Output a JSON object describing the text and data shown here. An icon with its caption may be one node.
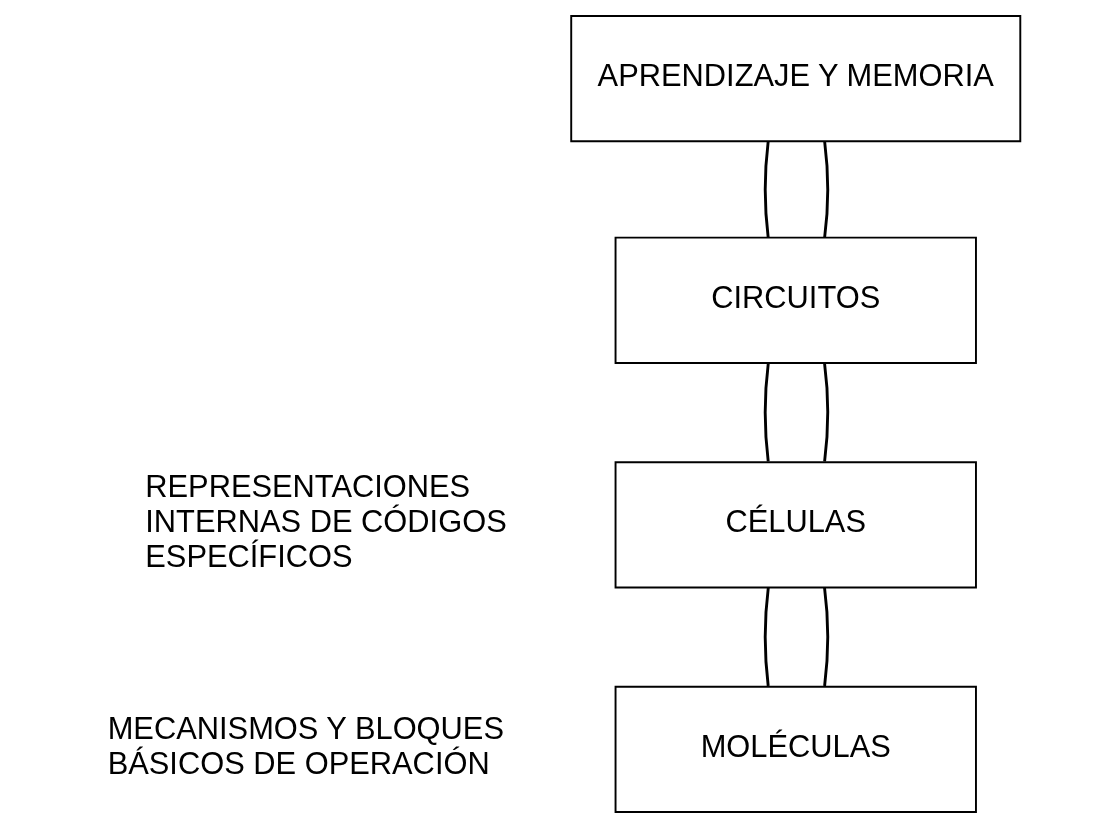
{
  "diagram": {
    "nodes": [
      {
        "text": [
          "APRENDIZAJE Y MEMORIA"
        ]
      },
      {
        "text": [
          "CIRCUITOS"
        ]
      },
      {
        "text": [
          "CÉLULAS"
        ]
      },
      {
        "text": [
          "MOLÉCULAS"
        ]
      }
    ],
    "edges": [
      {
        "from": 0,
        "to": 1,
        "arrow": "none"
      },
      {
        "from": 0,
        "to": 1,
        "arrow": "none"
      },
      {
        "from": 1,
        "to": 2,
        "arrow": "none"
      },
      {
        "from": 1,
        "to": 2,
        "arrow": "none"
      },
      {
        "from": 2,
        "to": 3,
        "arrow": "none"
      },
      {
        "from": 2,
        "to": 3,
        "arrow": "none"
      }
    ],
    "labels": [
      "REPRESENTACIONES INTERNAS DE CÓDIGOS ESPECÍFICOS",
      "MECANISMOS Y BLOQUES BÁSICOS DE OPERACIÓN"
    ]
  }
}
